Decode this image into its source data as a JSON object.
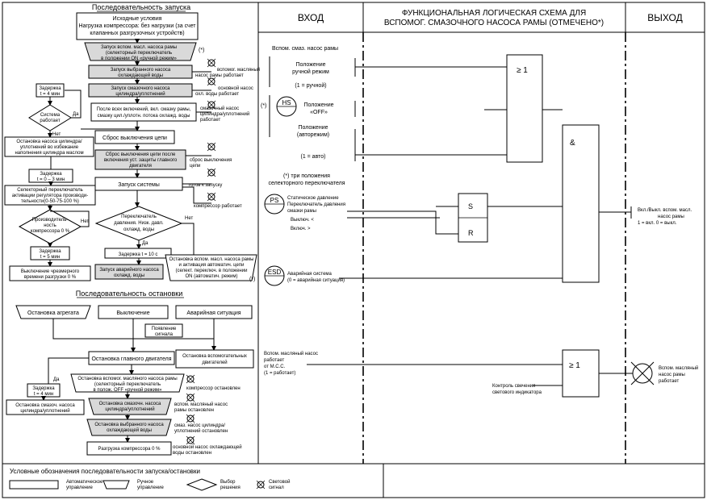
{
  "startup": {
    "title": "Последовательность запуска",
    "initial": [
      "Исходные условия",
      "Нагрузка компрессора: без нагрузки (за счет",
      "клапанных разгрузочных устройств)"
    ],
    "start_pump": [
      "Запуск вспом. масл. насоса рамы",
      "(селекторный переключатель",
      "в положении ON «ручной режим»"
    ],
    "star_mark": "(*)",
    "start_cooling": [
      "Запуск выбранного насоса",
      "охлаждающей воды"
    ],
    "sig_oil": [
      "вспомог. масляный",
      "насос рамы работает"
    ],
    "start_lube": [
      "Запуск смазочного насоса",
      "цилиндра/уплотнений"
    ],
    "sig_cool": [
      "основной насос",
      "охл. воды работает"
    ],
    "after_all": [
      "После всех включений, вкл. смазку рамы,",
      "смазку цил./уплотн. потока охлажд. воды"
    ],
    "sig_lube": [
      "смазочный насос",
      "цилиндра/уплотнений",
      "работает"
    ],
    "delay4": [
      "Задержка",
      "t = 4 мин"
    ],
    "system_works": [
      "Система",
      "работает"
    ],
    "yes": "Да",
    "no": "Нет",
    "stop_lube": [
      "Остановка насоса цилиндра/",
      "уплотнений во избежание",
      "наполнения цилиндра маслом"
    ],
    "reset_off": "Сброс выключения цепи",
    "reset_after": [
      "Сброс выключения цепи после",
      "включения уст. защиты главного",
      "двигателя"
    ],
    "sig_reset": [
      "сброс выключения",
      "цепи"
    ],
    "delay03": [
      "Задержка",
      "t = 0 – 3 мин"
    ],
    "start_system": "Запуск системы",
    "sig_ready": "готов к запуску",
    "selector": [
      "Селекторный переключатель",
      "активации регулятора производи-",
      "тельности(0-50-75-100 %)"
    ],
    "sig_comp": "компрессор работает",
    "capacity": [
      "Производитель-",
      "ность",
      "компрессора 0 %"
    ],
    "switch": [
      "Переключатель",
      "давления. Низк. давл.",
      "охлажд. воды"
    ],
    "delay5": [
      "Задержка",
      "t = 5 мин"
    ],
    "delay10": "Задержка t = 10 с",
    "stop_aux": [
      "Остановка вспом. масл. насоса рамы",
      "и активация автоматич. цепи",
      "(селект. переключ. в положении",
      "ON (автоматич. режим)"
    ],
    "off_excess": [
      "Выключение чрезмерного",
      "времени разгрузки 0 %"
    ],
    "start_emerg": [
      "Запуск аварийного насоса",
      "охлажд. воды"
    ]
  },
  "shutdown": {
    "title": "Последовательность остановки",
    "unit_stop": "Остановка агрегата",
    "switch_off": "Выключение",
    "emergency": "Аварийная ситуация",
    "signal": [
      "Появление",
      "сигнала"
    ],
    "stop_main": "Остановка главного двигателя",
    "stop_aux_motors": [
      "Остановка вспомогательных",
      "двигателей"
    ],
    "stop_aux_pump": [
      "Остановка вспомог. масляного насоса рамы",
      "(селекторный переключатель",
      "в полож. OFF «ручной режим»"
    ],
    "sig_comp_stop": "компрессор остановлен",
    "delay4": [
      "Задержка",
      "t = 4 мин"
    ],
    "yes": "Да",
    "stop_lube_pump": [
      "Остановка смазоч. насоса",
      "цилиндра/уплотнений"
    ],
    "stop_lube2": [
      "Остановка смазочн. насоса",
      "цилиндра/уплотнений"
    ],
    "sig_oil_stop": [
      "вспом. масляный насос",
      "рамы остановлен"
    ],
    "stop_cool": [
      "Остановка выбранного насоса",
      "охлаждающей воды"
    ],
    "sig_lube_stop": [
      "смаз. насос цилиндра/",
      "уплотнений остановлен"
    ],
    "unload": "Разгрузка компрессора 0 %",
    "sig_cool_stop": [
      "основной насос охлаждающей",
      "воды остановлен"
    ]
  },
  "legend": {
    "title": "Условные обозначения последовательности запуска/остановки",
    "auto": [
      "Автоматическое",
      "управление"
    ],
    "manual": [
      "Ручное",
      "управление"
    ],
    "choice": [
      "Выбор",
      "решения"
    ],
    "light": [
      "Световой",
      "сигнал"
    ]
  },
  "logic": {
    "col_in": "ВХОД",
    "col_func": [
      "ФУНКЦИОНАЛЬНАЯ ЛОГИЧЕСКАЯ СХЕМА ДЛЯ",
      "ВСПОМОГ. СМАЗОЧНОГО НАСОСА РАМЫ (ОТМЕЧЕНО*)"
    ],
    "col_out": "ВЫХОД",
    "aux_pump": "Вспом. смаз. насос рамы",
    "manual_pos": [
      "Положение",
      "ручной режим"
    ],
    "one_manual": "(1 = ручной)",
    "star": "(*)",
    "hs": "HS",
    "off_pos": [
      "Положение",
      "«OFF»"
    ],
    "auto_pos": [
      "Положение",
      "(авторежим)"
    ],
    "one_auto": "(1 = авто)",
    "note": [
      "(*) три положения",
      "селекторного переключателя"
    ],
    "ps": "PS",
    "ps_text": [
      "Статическое давление",
      "Переключатель давления",
      "смазки рамы"
    ],
    "off_lt": "Выключ. <",
    "on_gt": "Включ. >",
    "esd": "ESD",
    "esd_text": [
      "Аварийная система",
      "(0 = аварийная ситуация)"
    ],
    "or_gate": "≥ 1",
    "and_gate": "&",
    "s": "S",
    "r": "R",
    "out_text": [
      "Вкл./Выкл. вспом. масл.",
      "насос рамы",
      "1 = вкл. 0 = выкл."
    ],
    "pump_status": [
      "Вспом. масляный насос",
      "работает",
      "от М.С.С.",
      "(1 = работает)"
    ],
    "or_gate2": "≥ 1",
    "lamp_ctl": [
      "Контроль свечения",
      "светового индикатора"
    ],
    "lamp_out": [
      "Вспом. масляный",
      "насос рамы",
      "работает"
    ]
  }
}
